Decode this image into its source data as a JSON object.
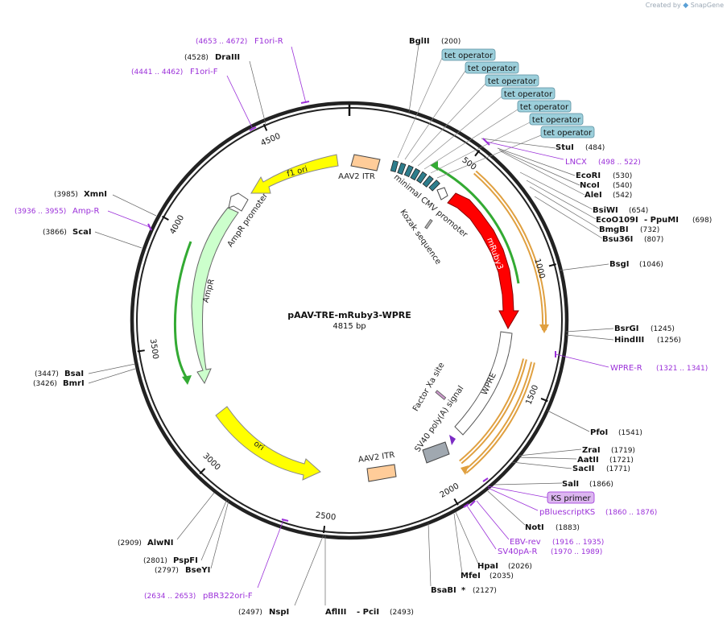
{
  "header": {
    "created_by": "Created by",
    "brand": "SnapGene"
  },
  "plasmid": {
    "name": "pAAV-TRE-mRuby3-WPRE",
    "length_label": "4815 bp",
    "length": 4815
  },
  "ticks": [
    {
      "pos": 500,
      "label": "500"
    },
    {
      "pos": 1000,
      "label": "1000"
    },
    {
      "pos": 1500,
      "label": "1500"
    },
    {
      "pos": 2000,
      "label": "2000"
    },
    {
      "pos": 2500,
      "label": "2500"
    },
    {
      "pos": 3000,
      "label": "3000"
    },
    {
      "pos": 3500,
      "label": "3500"
    },
    {
      "pos": 4000,
      "label": "4000"
    },
    {
      "pos": 4500,
      "label": "4500"
    }
  ],
  "sites": [
    {
      "name": "BglII",
      "pos_label": "(200)"
    },
    {
      "name": "StuI",
      "pos_label": "(484)"
    },
    {
      "name": "EcoRI",
      "pos_label": "(530)"
    },
    {
      "name": "NcoI",
      "pos_label": "(540)"
    },
    {
      "name": "AleI",
      "pos_label": "(542)"
    },
    {
      "name": "BsiWI",
      "pos_label": "(654)"
    },
    {
      "name": "EcoO109I",
      "extra": "- PpuMI",
      "pos_label": "(698)"
    },
    {
      "name": "BmgBI",
      "pos_label": "(732)"
    },
    {
      "name": "Bsu36I",
      "pos_label": "(807)"
    },
    {
      "name": "BsgI",
      "pos_label": "(1046)"
    },
    {
      "name": "BsrGI",
      "pos_label": "(1245)"
    },
    {
      "name": "HindIII",
      "pos_label": "(1256)"
    },
    {
      "name": "PfoI",
      "pos_label": "(1541)"
    },
    {
      "name": "ZraI",
      "pos_label": "(1719)"
    },
    {
      "name": "AatII",
      "pos_label": "(1721)"
    },
    {
      "name": "SacII",
      "pos_label": "(1771)"
    },
    {
      "name": "SalI",
      "pos_label": "(1866)"
    },
    {
      "name": "NotI",
      "pos_label": "(1883)"
    },
    {
      "name": "HpaI",
      "pos_label": "(2026)"
    },
    {
      "name": "MfeI",
      "pos_label": "(2035)"
    },
    {
      "name": "BsaBI",
      "extra": "*",
      "pos_label": "(2127)"
    },
    {
      "name": "AflIII",
      "extra": "- PciI",
      "pos_label": "(2493)"
    },
    {
      "name": "NspI",
      "pos_label": "(2497)"
    },
    {
      "name": "BseYI",
      "pos_label": "(2797)"
    },
    {
      "name": "PspFI",
      "pos_label": "(2801)"
    },
    {
      "name": "AlwNI",
      "pos_label": "(2909)"
    },
    {
      "name": "BmrI",
      "pos_label": "(3426)"
    },
    {
      "name": "BsaI",
      "pos_label": "(3447)"
    },
    {
      "name": "ScaI",
      "pos_label": "(3866)"
    },
    {
      "name": "XmnI",
      "pos_label": "(3985)"
    },
    {
      "name": "DraIII",
      "pos_label": "(4528)"
    }
  ],
  "primers": [
    {
      "name": "F1ori-R",
      "range": "(4653 .. 4672)"
    },
    {
      "name": "F1ori-F",
      "range": "(4441 .. 4462)"
    },
    {
      "name": "Amp-R",
      "range": "(3936 .. 3955)"
    },
    {
      "name": "LNCX",
      "range": "(498 .. 522)"
    },
    {
      "name": "WPRE-R",
      "range": "(1321 .. 1341)"
    },
    {
      "name": "KS primer",
      "range": ""
    },
    {
      "name": "pBluescriptKS",
      "range": "(1860 .. 1876)"
    },
    {
      "name": "EBV-rev",
      "range": "(1916 .. 1935)"
    },
    {
      "name": "SV40pA-R",
      "range": "(1970 .. 1989)"
    },
    {
      "name": "pBR322ori-F",
      "range": "(2634 .. 2653)"
    }
  ],
  "tet_operators": [
    "tet operator",
    "tet operator",
    "tet operator",
    "tet operator",
    "tet operator",
    "tet operator",
    "tet operator"
  ],
  "features": [
    {
      "name": "AAV2 ITR",
      "color": "#ffcc99"
    },
    {
      "name": "minimal CMV promoter",
      "color": "#ffffff"
    },
    {
      "name": "mRuby3",
      "color": "#ff0000"
    },
    {
      "name": "Kozak sequence",
      "color": "#b0b0b0"
    },
    {
      "name": "WPRE",
      "color": "#ffffff"
    },
    {
      "name": "Factor Xa site",
      "color": "#cc99cc"
    },
    {
      "name": "SV40 poly(A) signal",
      "color": "#a0a8b0"
    },
    {
      "name": "AAV2 ITR",
      "color": "#ffcc99"
    },
    {
      "name": "ori",
      "color": "#ffff00"
    },
    {
      "name": "AmpR",
      "color": "#ccffcc"
    },
    {
      "name": "AmpR promoter",
      "color": "#ffffff"
    },
    {
      "name": "f1 ori",
      "color": "#ffff00"
    }
  ],
  "colors": {
    "backbone": "#222222",
    "primer": "#9b30d9",
    "operator_fill": "#9ccfdb",
    "orf_outline": "#e0a040",
    "promoter_outline": "#33aa33",
    "tet_block": "#2e7d8c"
  }
}
